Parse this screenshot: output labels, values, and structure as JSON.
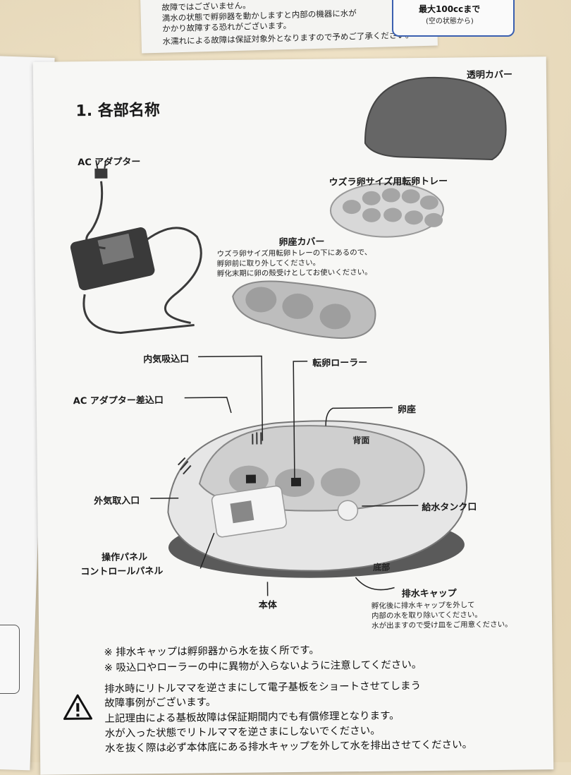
{
  "top_sheet": {
    "lines": [
      "故障ではございません。",
      "満水の状態で孵卵器を動かしますと内部の機器に水が",
      "かかり故障する恐れがございます。",
      "水濡れによる故障は保証対象外となりますので予めご了承ください。"
    ],
    "box_line1": "最大100ccまで",
    "box_line2": "(空の状態から)"
  },
  "page": {
    "title": "1. 各部名称",
    "labels": {
      "cover": "透明カバー",
      "adapter": "AC アダプター",
      "tray": "ウズラ卵サイズ用転卵トレー",
      "egg_seat_cover": "卵座カバー",
      "inner_intake": "内気吸込口",
      "roller": "転卵ローラー",
      "adapter_port": "AC アダプター差込口",
      "egg_seat": "卵座",
      "back": "背面",
      "outer_intake": "外気取入口",
      "tank_port": "給水タンク口",
      "panel_1": "操作パネル",
      "panel_2": "コントロールパネル",
      "bottom": "底部",
      "drain_cap": "排水キャップ",
      "body": "本体"
    },
    "egg_seat_cover_notes": [
      "ウズラ卵サイズ用転卵トレーの下にあるので、",
      "孵卵前に取り外してください。",
      "孵化末期に卵の殻受けとしてお使いください。"
    ],
    "drain_notes": [
      "孵化後に排水キャップを外して",
      "内部の水を取り除いてください。",
      "水が出ますので受け皿をご用意ください。"
    ],
    "footnotes": [
      "※ 排水キャップは孵卵器から水を抜く所です。",
      "※ 吸込口やローラーの中に異物が入らないように注意してください。"
    ],
    "warning_lines": [
      "排水時にリトルママを逆さまにして電子基板をショートさせてしまう",
      "故障事例がございます。",
      "上記理由による基板故障は保証期間内でも有償修理となります。",
      "水が入った状態でリトルママを逆さまにしないでください。",
      "水を抜く際は必ず本体底にある排水キャップを外して水を排出させてください。"
    ]
  }
}
